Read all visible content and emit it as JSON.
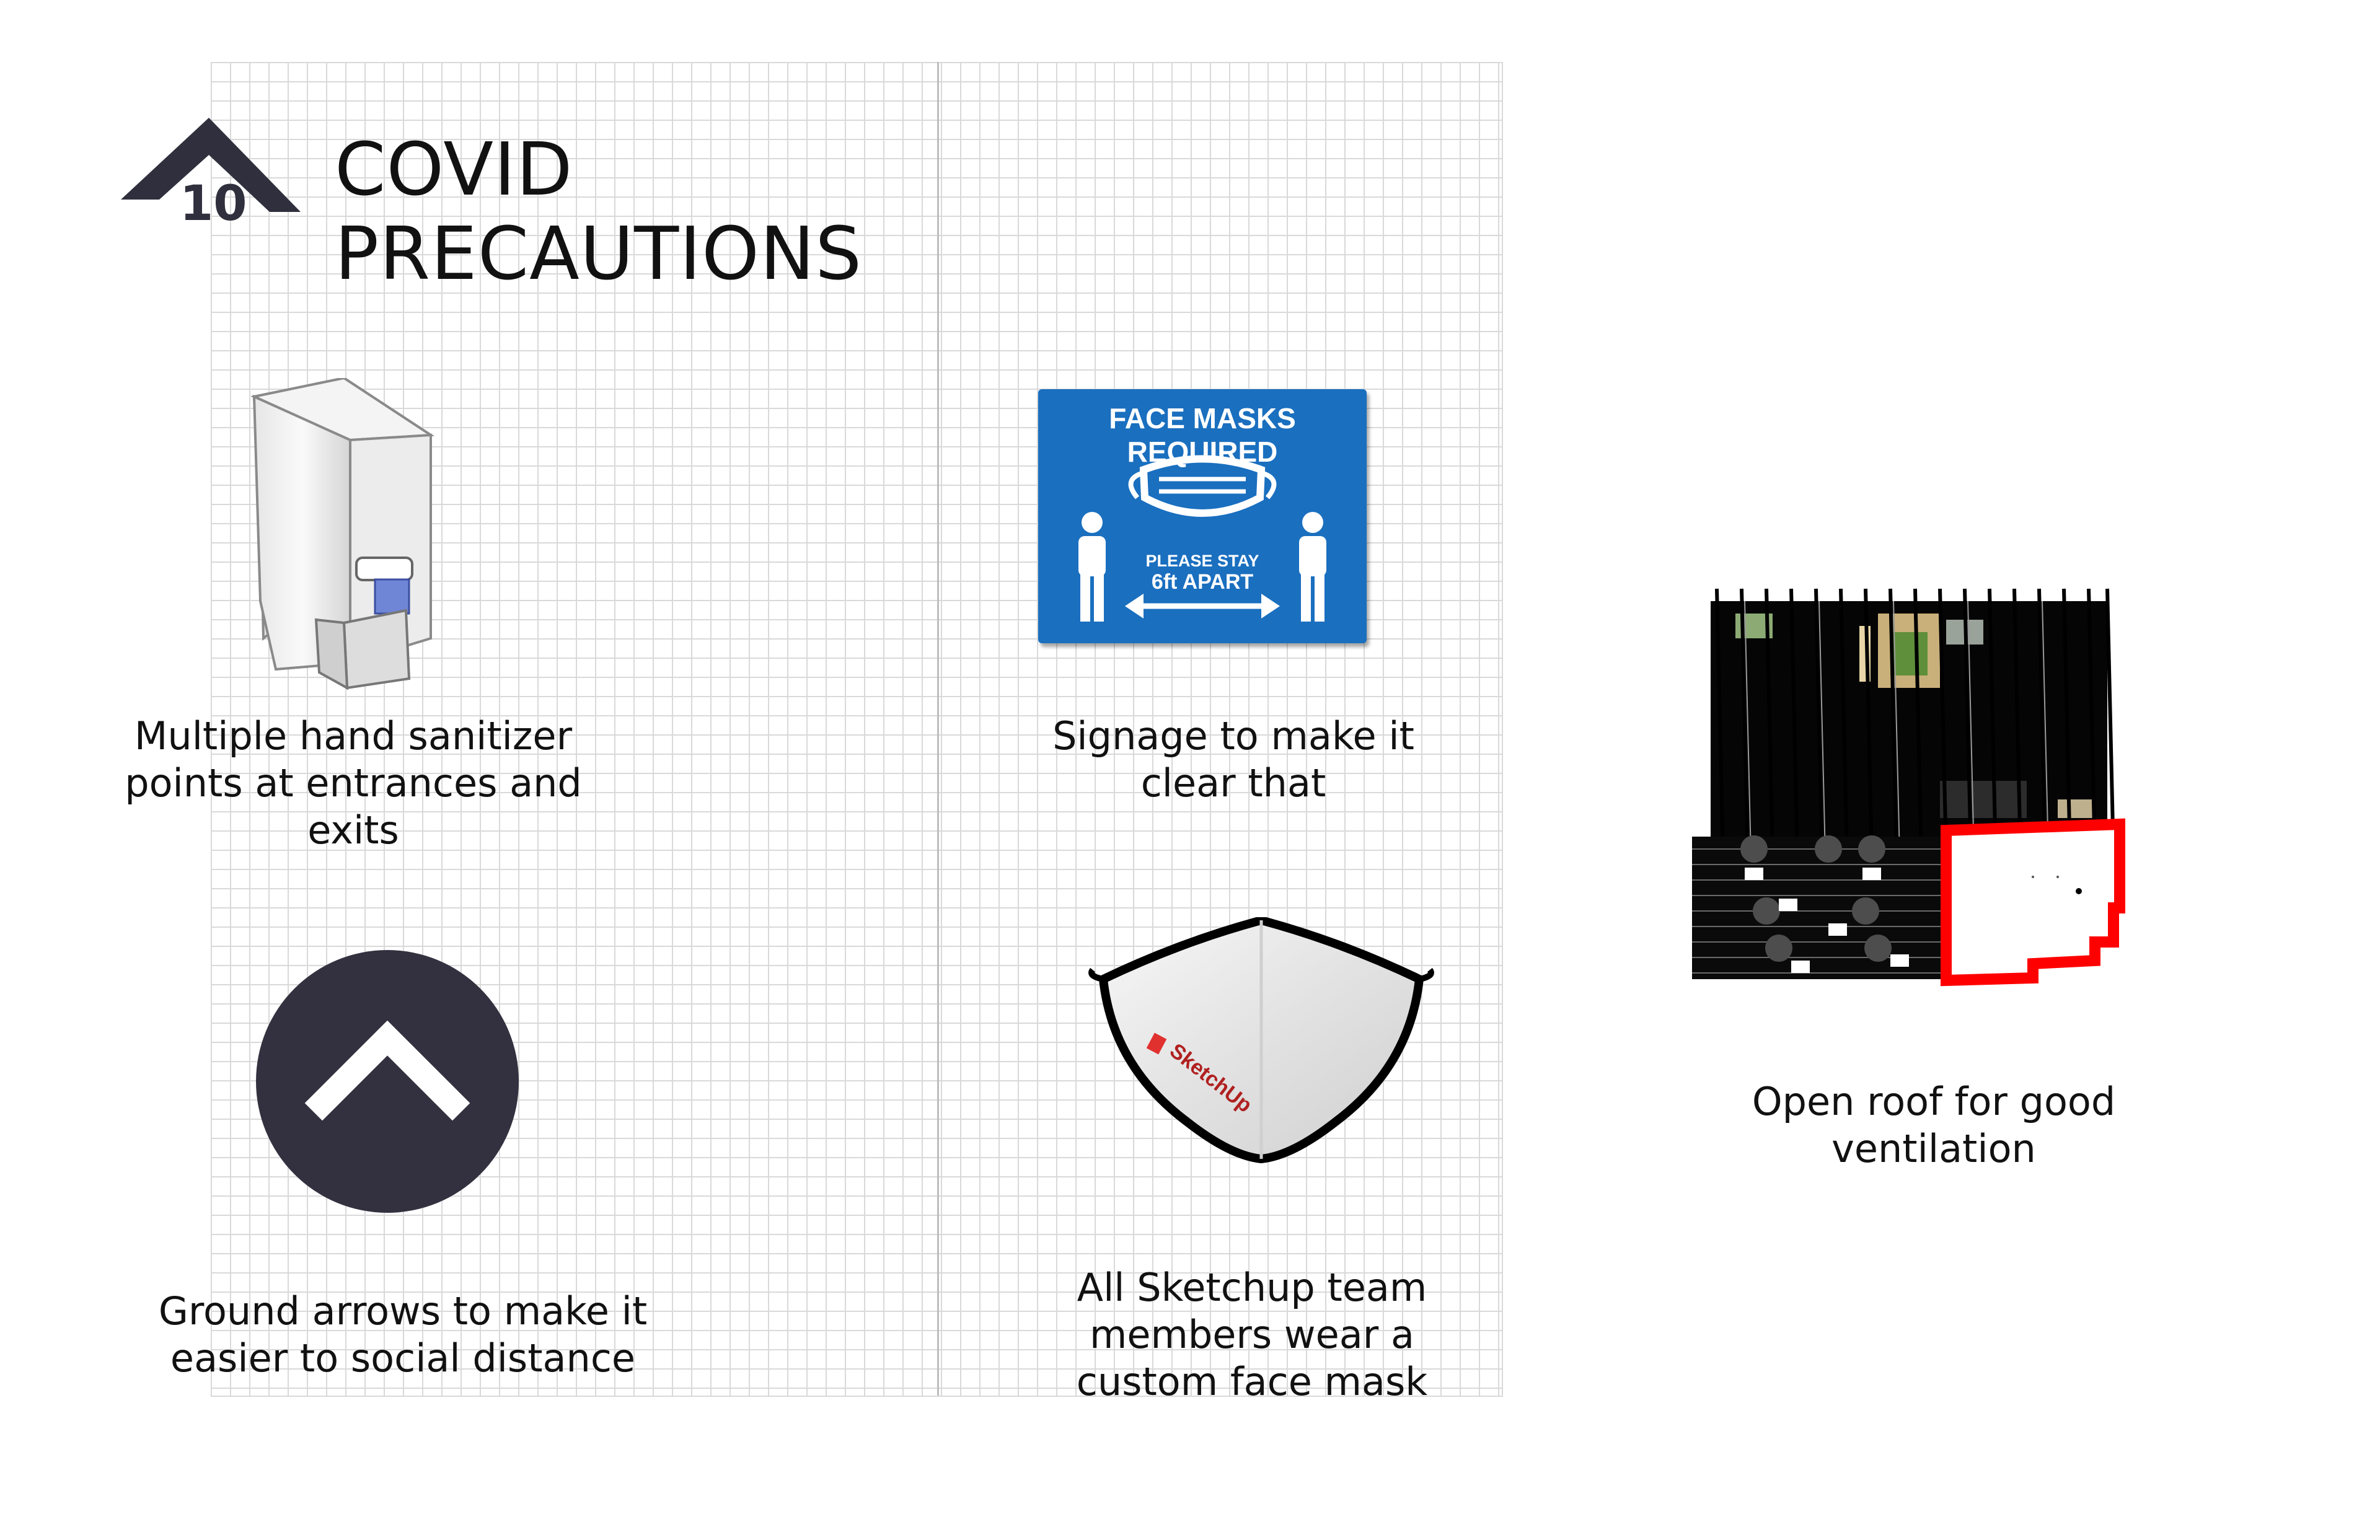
{
  "section": {
    "number": "10",
    "title_line1": "COVID",
    "title_line2": "PRECAUTIONS"
  },
  "items": {
    "sanitizer": {
      "caption_line1": "Multiple hand sanitizer",
      "caption_line2": "points at entrances and exits",
      "icon": "hand-sanitizer-dispenser"
    },
    "signage": {
      "caption_line1": "Signage to make it",
      "caption_line2": "clear that",
      "sign_title": "FACE MASKS REQUIRED",
      "sign_sub1": "PLEASE STAY",
      "sign_sub2": "6ft APART"
    },
    "arrows": {
      "caption_line1": "Ground arrows to make it",
      "caption_line2": "easier to social distance",
      "icon": "chevron-up"
    },
    "mask": {
      "caption_line1": "All Sketchup team",
      "caption_line2": "members wear a",
      "caption_line3": "custom face mask",
      "brand_text": "SketchUp"
    },
    "roof": {
      "caption_line1": "Open roof for good",
      "caption_line2": "ventilation"
    }
  },
  "colors": {
    "grid_line": "#d9d9d9",
    "badge": "#2f2f3d",
    "sign_blue": "#1a6fbf",
    "arrow_circle": "#33313f",
    "highlight_red": "#ff0000"
  }
}
